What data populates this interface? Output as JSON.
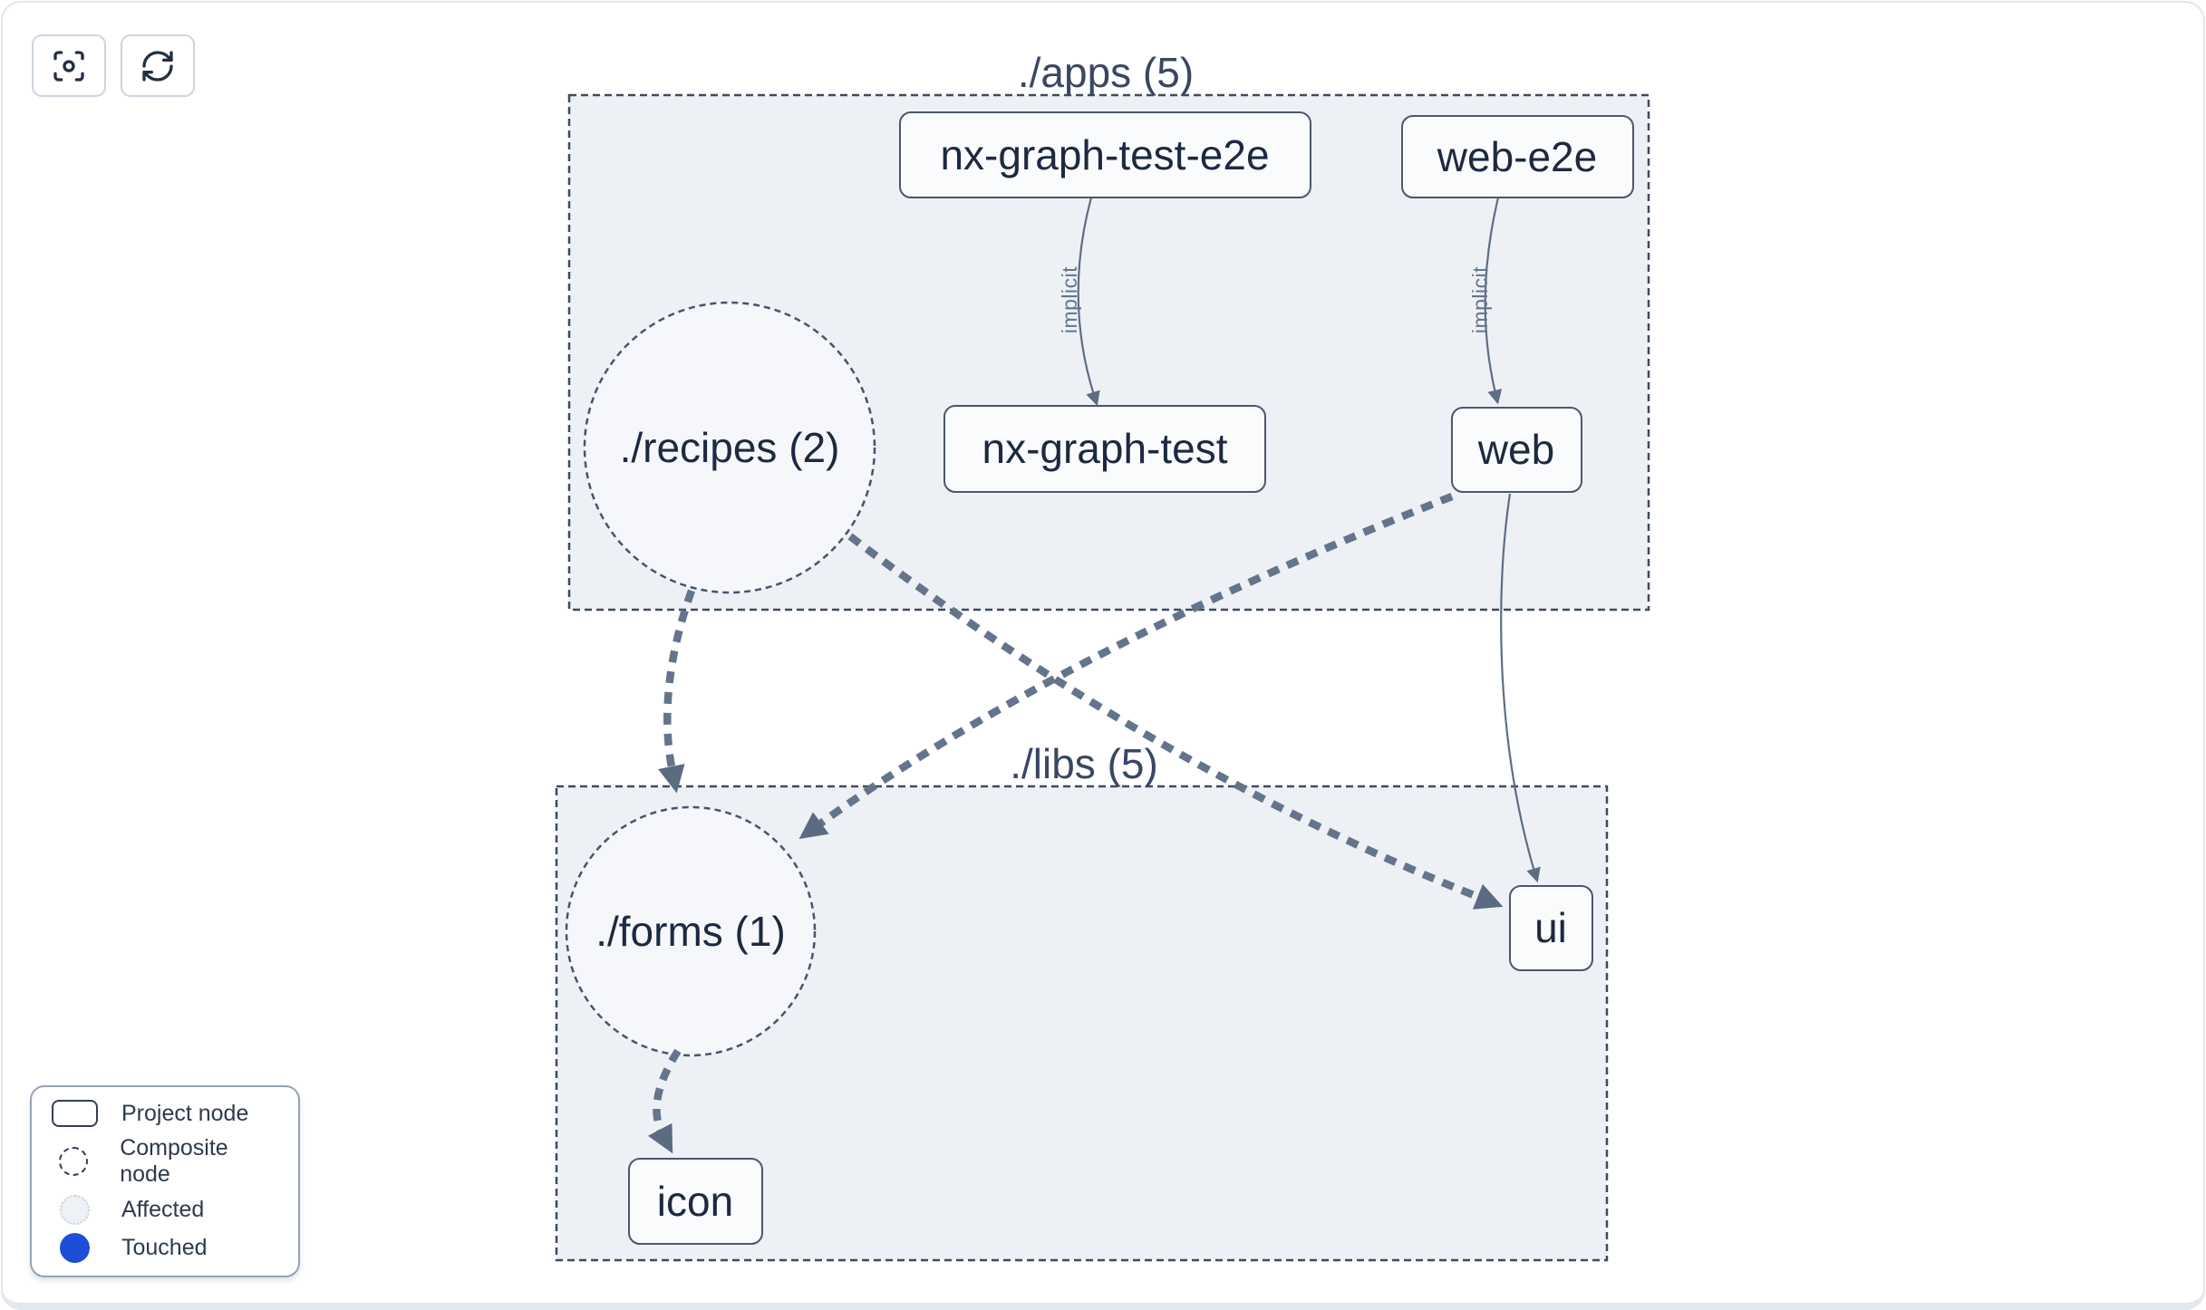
{
  "toolbar": {
    "buttons": [
      {
        "icon": "focus-icon"
      },
      {
        "icon": "refresh-icon"
      }
    ]
  },
  "graph": {
    "groups": [
      {
        "id": "apps",
        "label": "./apps (5)"
      },
      {
        "id": "libs",
        "label": "./libs (5)"
      }
    ],
    "composites": [
      {
        "id": "recipes",
        "label": "./recipes (2)"
      },
      {
        "id": "forms",
        "label": "./forms (1)"
      }
    ],
    "nodes": [
      {
        "id": "nx-graph-test-e2e",
        "label": "nx-graph-test-e2e"
      },
      {
        "id": "web-e2e",
        "label": "web-e2e"
      },
      {
        "id": "nx-graph-test",
        "label": "nx-graph-test"
      },
      {
        "id": "web",
        "label": "web"
      },
      {
        "id": "ui",
        "label": "ui"
      },
      {
        "id": "icon",
        "label": "icon"
      }
    ],
    "edges": [
      {
        "from": "nx-graph-test-e2e",
        "to": "nx-graph-test",
        "label": "implicit",
        "style": "solid"
      },
      {
        "from": "web-e2e",
        "to": "web",
        "label": "implicit",
        "style": "solid"
      },
      {
        "from": "web",
        "to": "ui",
        "style": "solid"
      },
      {
        "from": "./recipes",
        "to": "./forms",
        "style": "dashed"
      },
      {
        "from": "./recipes",
        "to": "ui",
        "style": "dashed"
      },
      {
        "from": "web",
        "to": "./forms",
        "style": "dashed"
      },
      {
        "from": "./forms",
        "to": "icon",
        "style": "dashed"
      }
    ]
  },
  "legend": {
    "items": [
      {
        "swatch": "project-node",
        "label": "Project node"
      },
      {
        "swatch": "composite-node",
        "label": "Composite node"
      },
      {
        "swatch": "affected",
        "label": "Affected"
      },
      {
        "swatch": "touched",
        "label": "Touched"
      }
    ]
  },
  "colors": {
    "touched_blue": "#1d4ed8",
    "edge": "#64748b",
    "group_fill": "#edf1f6",
    "group_border": "#3e4a5e",
    "node_border": "#4a576d",
    "node_text": "#1d2940"
  }
}
